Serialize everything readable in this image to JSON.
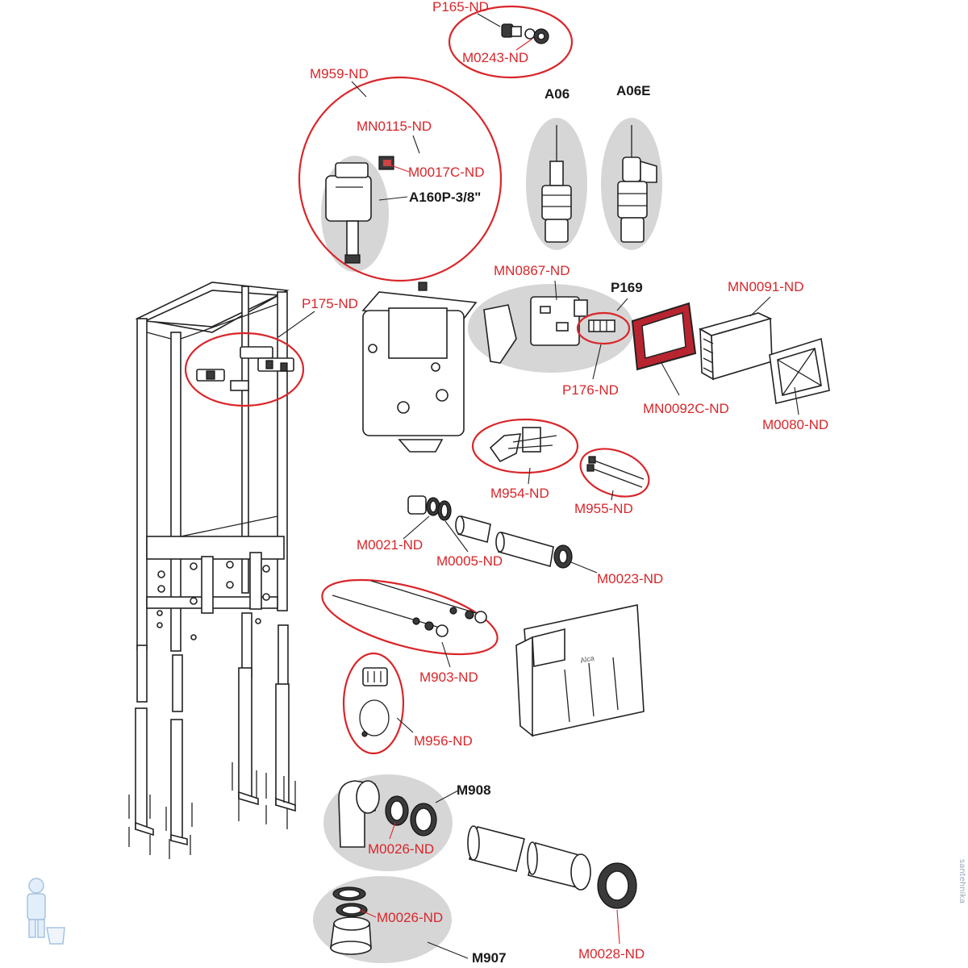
{
  "labels": {
    "p165": "P165-ND",
    "m0243": "M0243-ND",
    "m959": "M959-ND",
    "mn0115": "MN0115-ND",
    "m0017c": "M0017C-ND",
    "a160p": "A160P-3/8\"",
    "a06": "A06",
    "a06e": "A06E",
    "mn0867": "MN0867-ND",
    "p169": "P169",
    "mn0091": "MN0091-ND",
    "p175": "P175-ND",
    "p176": "P176-ND",
    "mn0092c": "MN0092C-ND",
    "m0080": "M0080-ND",
    "m954": "M954-ND",
    "m955": "M955-ND",
    "m0021": "M0021-ND",
    "m0005": "M0005-ND",
    "m0023": "M0023-ND",
    "m903": "M903-ND",
    "m956": "M956-ND",
    "m908": "M908",
    "m0026a": "M0026-ND",
    "m0026b": "M0026-ND",
    "m907": "M907",
    "m0028": "M0028-ND"
  },
  "box_brand": "Alca",
  "watermark": "santehnika",
  "colors": {
    "highlight": "#d9262a",
    "part_outline": "#222222",
    "group_fill": "#d6d6d6"
  }
}
